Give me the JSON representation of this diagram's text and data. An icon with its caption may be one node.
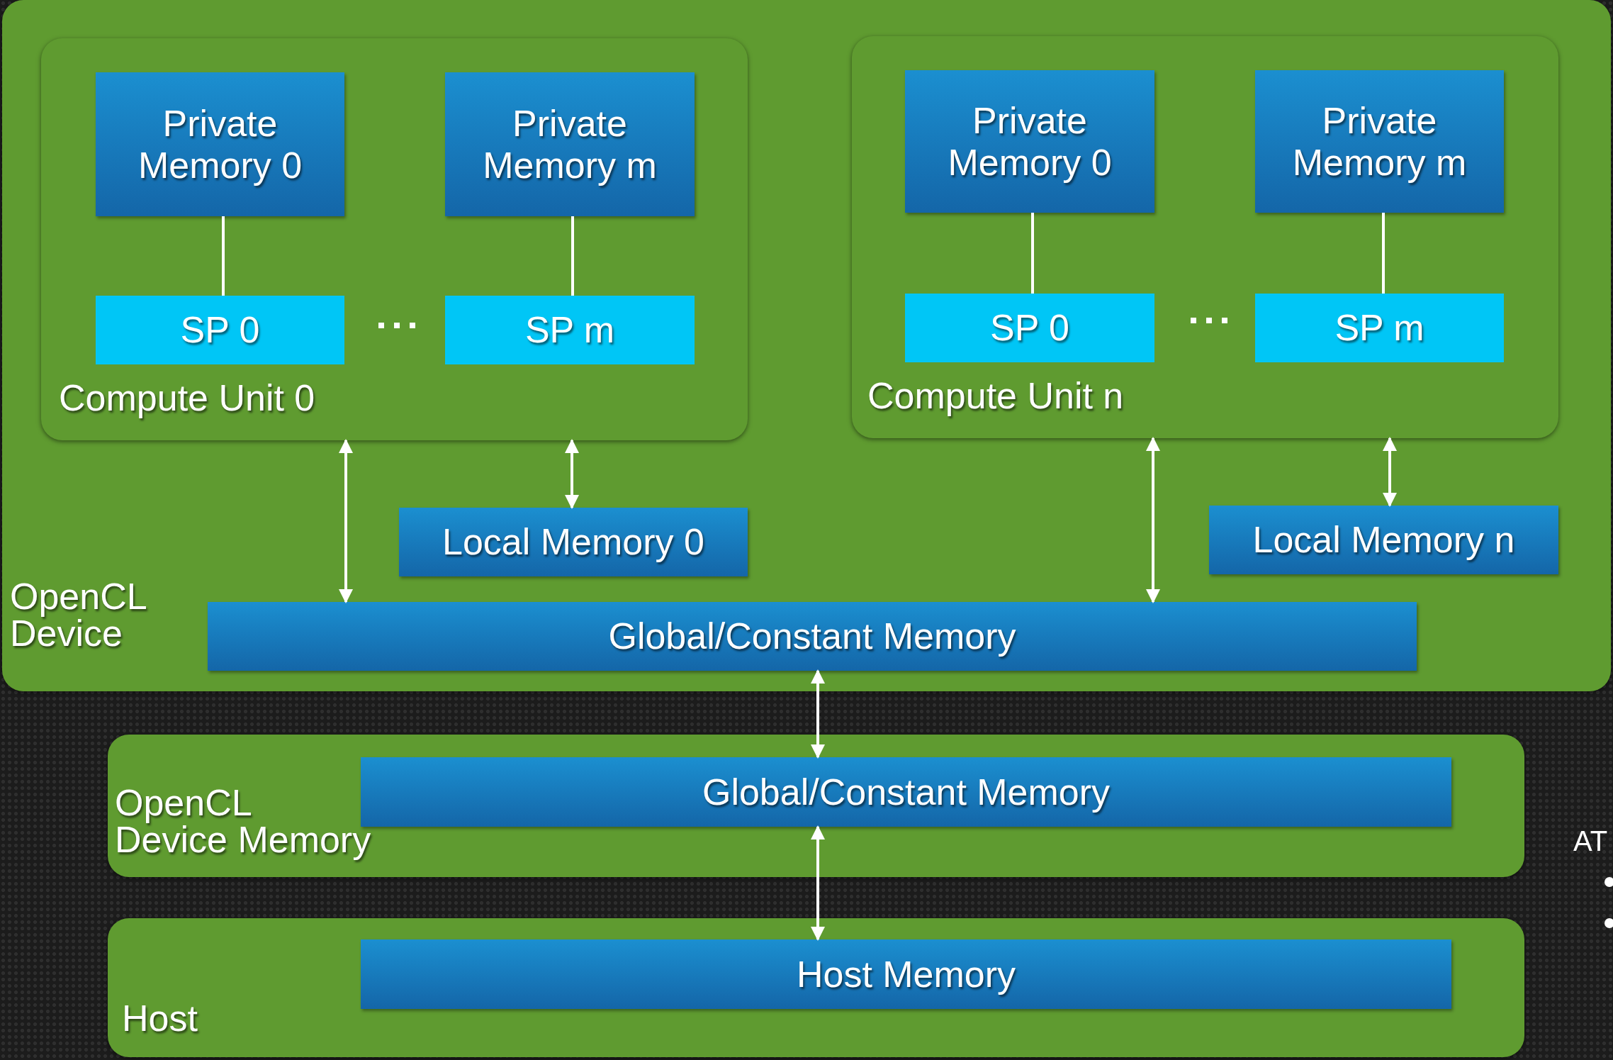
{
  "diagram": {
    "nodes": [
      {
        "text": [
          "OpenCL Device"
        ]
      },
      {
        "text": [
          "Compute Unit 0"
        ],
        "in": 0
      },
      {
        "text": [
          "Private Memory 0"
        ],
        "in": 1
      },
      {
        "text": [
          "Private Memory m"
        ],
        "in": 1
      },
      {
        "text": [
          "SP 0"
        ],
        "in": 1
      },
      {
        "text": [
          "SP m"
        ],
        "in": 1
      },
      {
        "text": [
          "Compute Unit n"
        ],
        "in": 0
      },
      {
        "text": [
          "Private Memory 0"
        ],
        "in": 6
      },
      {
        "text": [
          "Private Memory m"
        ],
        "in": 6
      },
      {
        "text": [
          "SP 0"
        ],
        "in": 6
      },
      {
        "text": [
          "SP m"
        ],
        "in": 6
      },
      {
        "text": [
          "Local Memory 0"
        ],
        "in": 0
      },
      {
        "text": [
          "Local Memory n"
        ],
        "in": 0
      },
      {
        "text": [
          "Global/Constant Memory"
        ],
        "in": 0
      },
      {
        "text": [
          "OpenCL Device Memory"
        ]
      },
      {
        "text": [
          "Global/Constant Memory"
        ],
        "in": 14
      },
      {
        "text": [
          "Host"
        ]
      },
      {
        "text": [
          "Host Memory"
        ],
        "in": 16
      }
    ],
    "edges": [
      {
        "from": 2,
        "to": 4,
        "arrow": "none"
      },
      {
        "from": 3,
        "to": 5,
        "arrow": "none"
      },
      {
        "from": 7,
        "to": 9,
        "arrow": "none"
      },
      {
        "from": 8,
        "to": 10,
        "arrow": "none"
      },
      {
        "from": 1,
        "to": 13,
        "arrow": "both"
      },
      {
        "from": 1,
        "to": 11,
        "arrow": "both"
      },
      {
        "from": 6,
        "to": 13,
        "arrow": "both"
      },
      {
        "from": 6,
        "to": 12,
        "arrow": "both"
      },
      {
        "from": 13,
        "to": 15,
        "arrow": "both"
      },
      {
        "from": 15,
        "to": 17,
        "arrow": "both"
      }
    ],
    "labels": [
      "AT"
    ]
  }
}
